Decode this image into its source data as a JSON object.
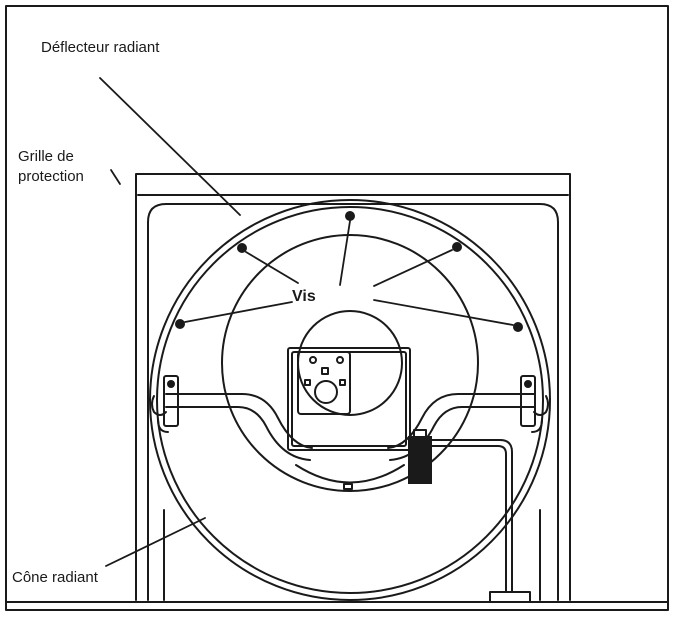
{
  "labels": {
    "deflecteur": "Déflecteur radiant",
    "grille_line1": "Grille de",
    "grille_line2": "protection",
    "vis": "Vis",
    "cone": "Cône radiant"
  },
  "colors": {
    "stroke": "#1a1a1a",
    "background": "#ffffff"
  }
}
